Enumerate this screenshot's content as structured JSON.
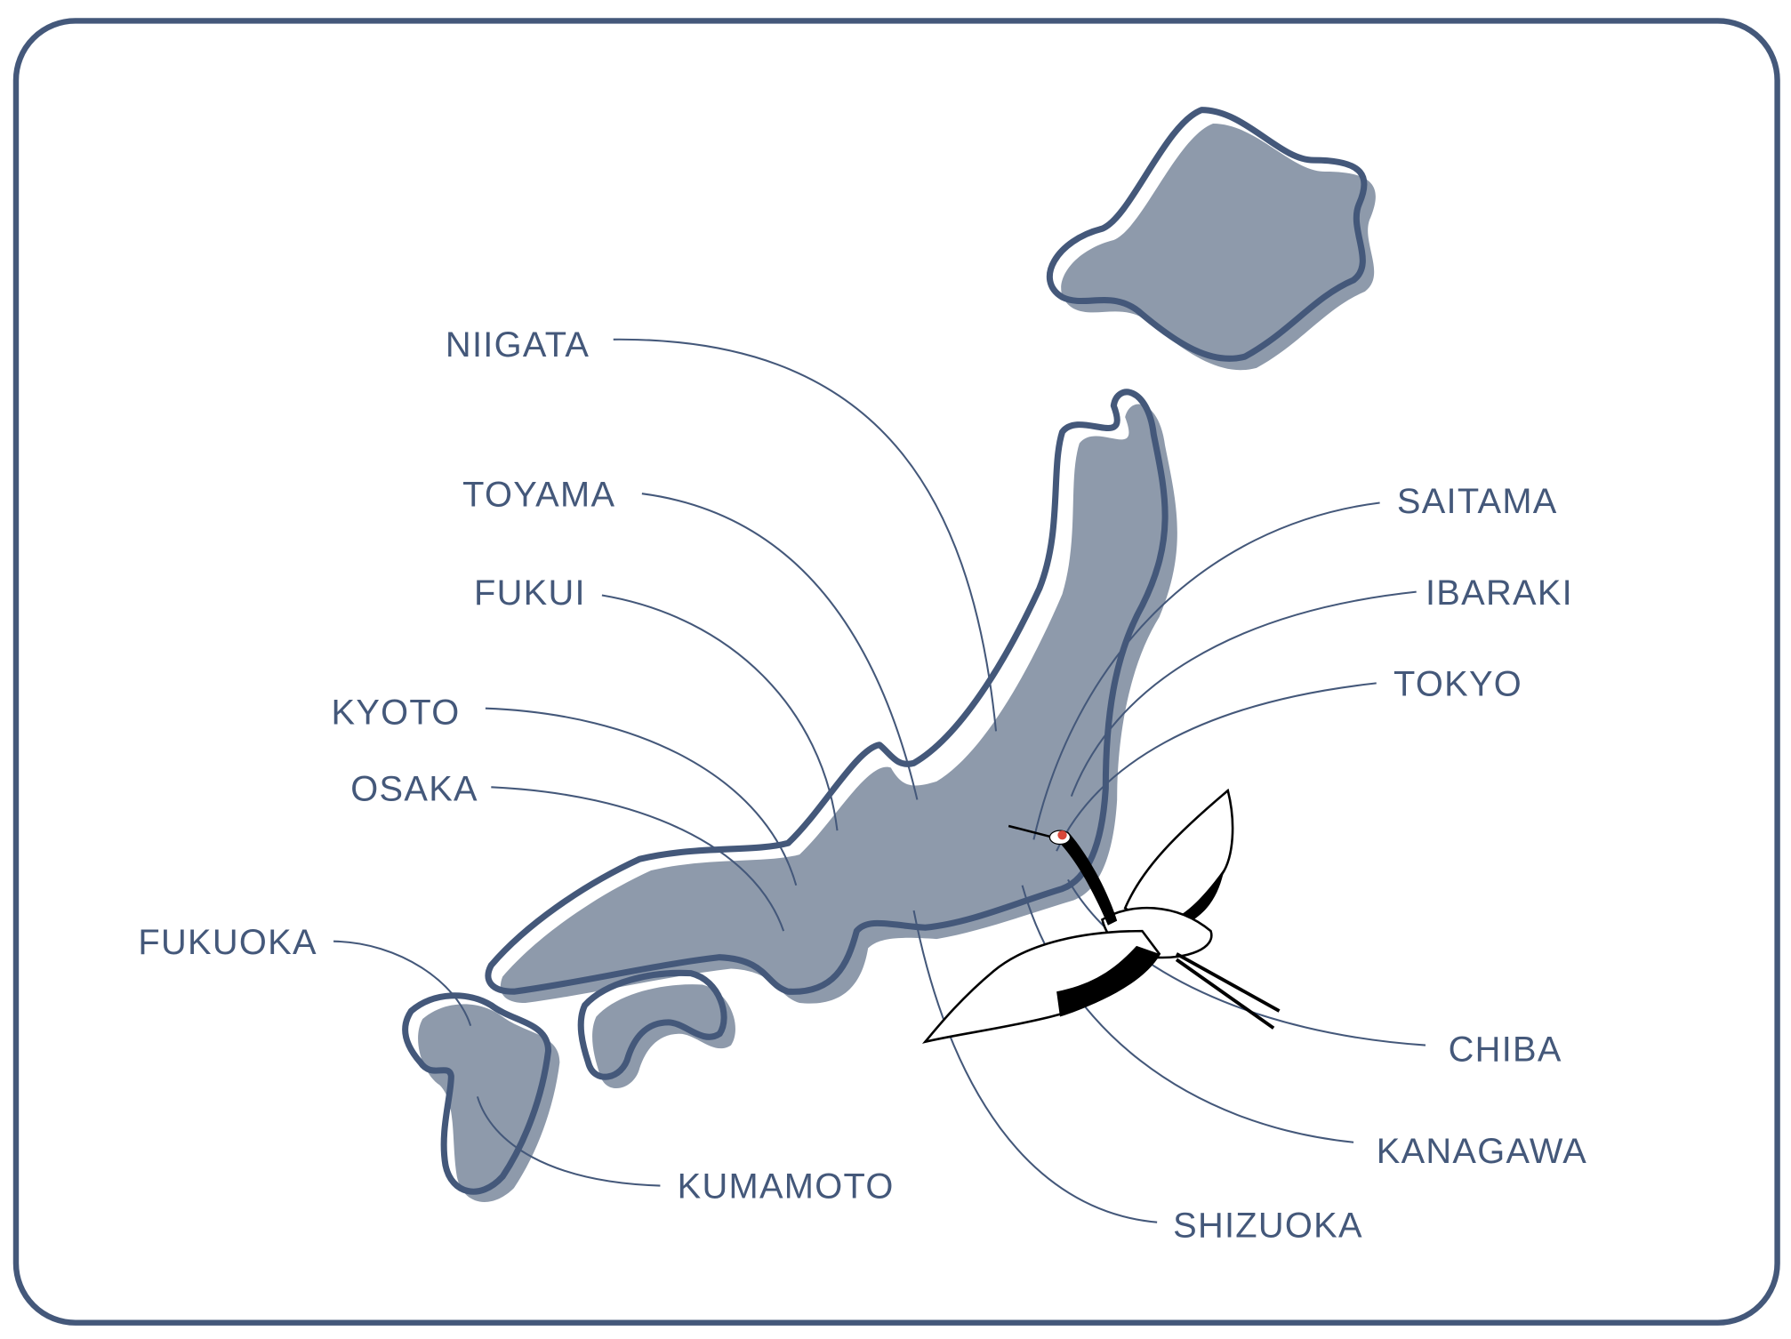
{
  "title": "Map of Japan prefectures",
  "colors": {
    "outline": "#44587a",
    "land": "#8e9aab",
    "crane_crest": "#d9473a"
  },
  "labels": {
    "niigata": "NIIGATA",
    "toyama": "TOYAMA",
    "fukui": "FUKUI",
    "kyoto": "KYOTO",
    "osaka": "OSAKA",
    "fukuoka": "FUKUOKA",
    "kumamoto": "KUMAMOTO",
    "saitama": "SAITAMA",
    "ibaraki": "IBARAKI",
    "tokyo": "TOKYO",
    "chiba": "CHIBA",
    "kanagawa": "KANAGAWA",
    "shizuoka": "SHIZUOKA"
  }
}
